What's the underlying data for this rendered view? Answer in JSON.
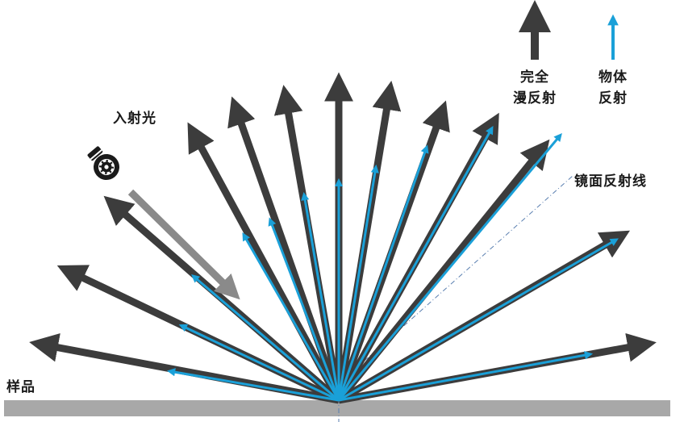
{
  "labels": {
    "incident": "入射光",
    "specular": "镜面反射线",
    "sample": "样品"
  },
  "legend": {
    "diffuse": {
      "line1": "完全",
      "line2": "漫反射"
    },
    "object": {
      "line1": "物体",
      "line2": "反射"
    }
  },
  "icons": {
    "light": "light-bulb-icon"
  },
  "colors": {
    "diffuse": "#3c3c3c",
    "object": "#1aa0d8",
    "incident": "#8a8a8a",
    "sample": "#a8a8a8",
    "axis": "#5a7fb0"
  }
}
